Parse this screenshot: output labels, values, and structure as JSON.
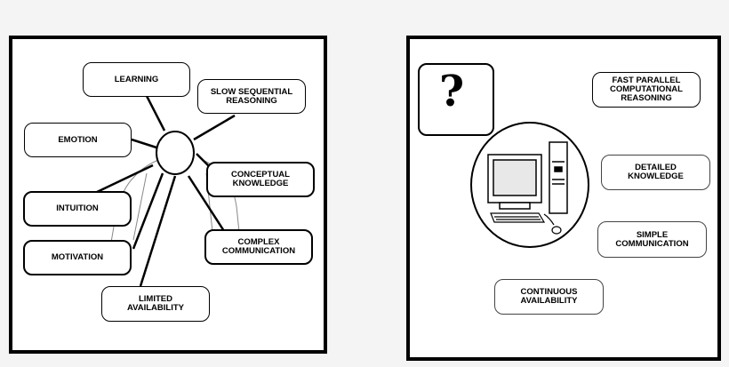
{
  "human": {
    "nodes": {
      "learning": "LEARNING",
      "slow_sequential": "SLOW SEQUENTIAL\nREASONING",
      "emotion": "EMOTION",
      "conceptual": "CONCEPTUAL\nKNOWLEDGE",
      "intuition": "INTUITION",
      "complex_comm": "COMPLEX\nCOMMUNICATION",
      "motivation": "MOTIVATION",
      "limited": "LIMITED\nAVAILABILITY"
    }
  },
  "computer": {
    "question_mark": "?",
    "nodes": {
      "fast_parallel": "FAST PARALLEL\nCOMPUTATIONAL\nREASONING",
      "detailed": "DETAILED\nKNOWLEDGE",
      "simple_comm": "SIMPLE\nCOMMUNICATION",
      "continuous": "CONTINUOUS\nAVAILABILITY"
    }
  }
}
